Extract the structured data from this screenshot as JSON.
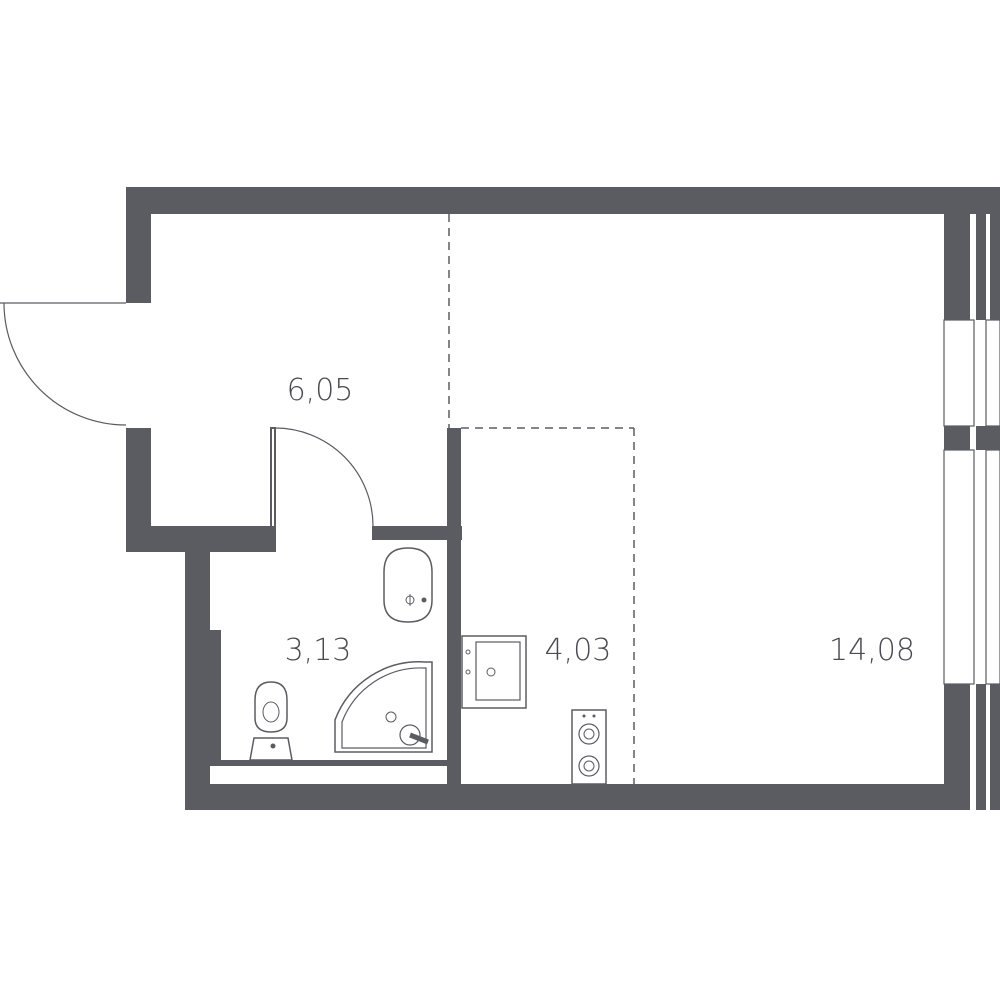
{
  "colors": {
    "wall": "#5b5c62",
    "background": "#ffffff"
  },
  "rooms": [
    {
      "id": "hall",
      "area": "6,05"
    },
    {
      "id": "bathroom",
      "area": "3,13"
    },
    {
      "id": "kitchen",
      "area": "4,03"
    },
    {
      "id": "living-room",
      "area": "14,08"
    }
  ],
  "fixtures": [
    "entrance-door",
    "bathroom-door",
    "washbasin",
    "toilet",
    "shower-cabin",
    "kitchen-sink",
    "stove",
    "windows"
  ]
}
